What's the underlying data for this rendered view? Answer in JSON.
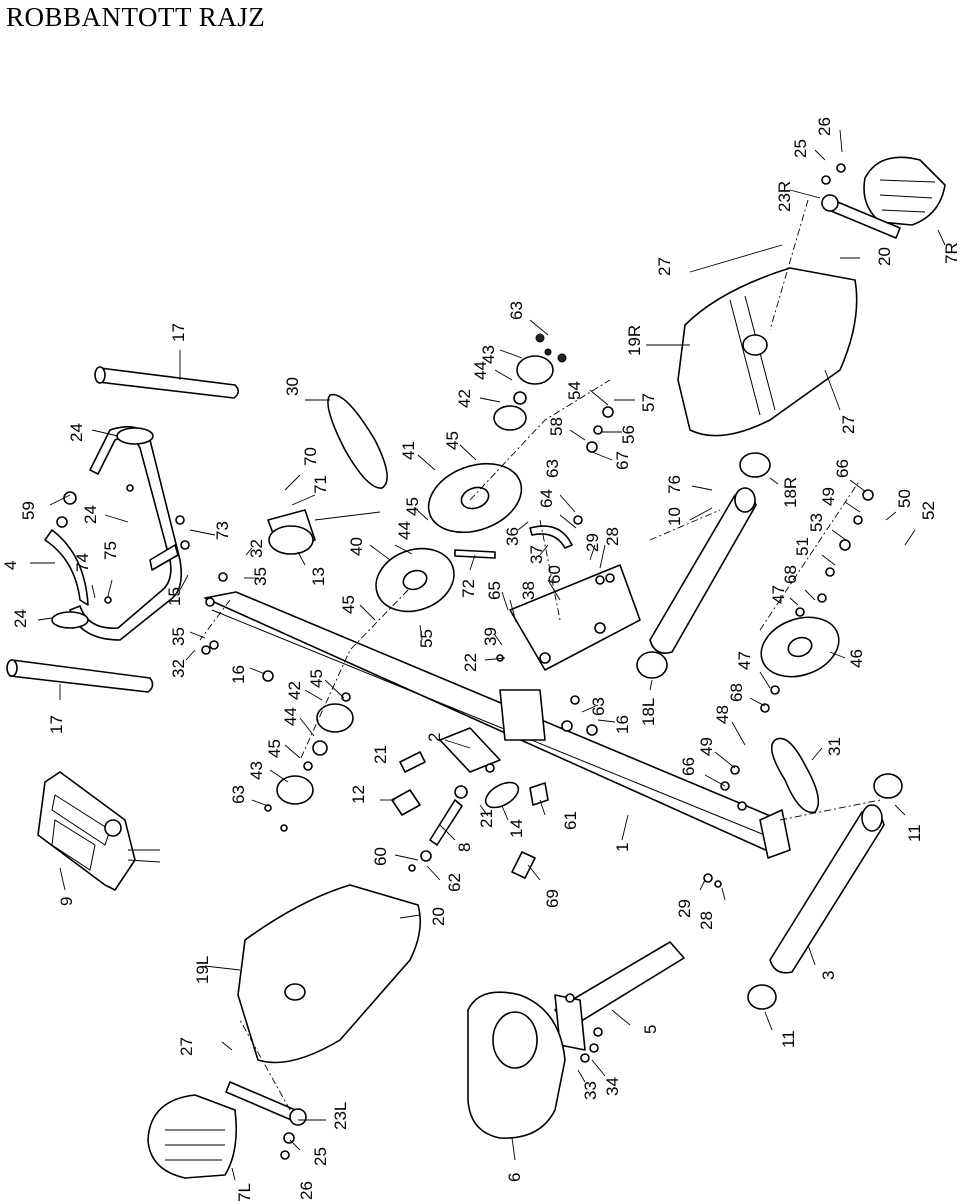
{
  "title": "ROBBANTOTT RAJZ",
  "callouts": [
    {
      "id": "c01",
      "text": "1"
    },
    {
      "id": "c02",
      "text": "2"
    },
    {
      "id": "c03",
      "text": "3"
    },
    {
      "id": "c04",
      "text": "4"
    },
    {
      "id": "c05",
      "text": "5"
    },
    {
      "id": "c06",
      "text": "6"
    },
    {
      "id": "c07",
      "text": "7L"
    },
    {
      "id": "c08",
      "text": "7R"
    },
    {
      "id": "c09",
      "text": "8"
    },
    {
      "id": "c10",
      "text": "9"
    },
    {
      "id": "c11",
      "text": "10"
    },
    {
      "id": "c12",
      "text": "11"
    },
    {
      "id": "c13",
      "text": "11"
    },
    {
      "id": "c14",
      "text": "12"
    },
    {
      "id": "c15",
      "text": "13"
    },
    {
      "id": "c16",
      "text": "14"
    },
    {
      "id": "c17",
      "text": "15"
    },
    {
      "id": "c18",
      "text": "16"
    },
    {
      "id": "c19",
      "text": "16"
    },
    {
      "id": "c20",
      "text": "17"
    },
    {
      "id": "c21",
      "text": "17"
    },
    {
      "id": "c22",
      "text": "18L"
    },
    {
      "id": "c23",
      "text": "18R"
    },
    {
      "id": "c24",
      "text": "19L"
    },
    {
      "id": "c25",
      "text": "19R"
    },
    {
      "id": "c26",
      "text": "20"
    },
    {
      "id": "c27",
      "text": "20"
    },
    {
      "id": "c28",
      "text": "21"
    },
    {
      "id": "c29",
      "text": "21"
    },
    {
      "id": "c30",
      "text": "22"
    },
    {
      "id": "c31",
      "text": "23L"
    },
    {
      "id": "c32",
      "text": "23R"
    },
    {
      "id": "c33",
      "text": "24"
    },
    {
      "id": "c34",
      "text": "24"
    },
    {
      "id": "c35",
      "text": "24"
    },
    {
      "id": "c36",
      "text": "25"
    },
    {
      "id": "c37",
      "text": "25"
    },
    {
      "id": "c38",
      "text": "26"
    },
    {
      "id": "c39",
      "text": "26"
    },
    {
      "id": "c40",
      "text": "27"
    },
    {
      "id": "c41",
      "text": "27"
    },
    {
      "id": "c42",
      "text": "27"
    },
    {
      "id": "c43",
      "text": "28"
    },
    {
      "id": "c44",
      "text": "28"
    },
    {
      "id": "c45",
      "text": "29"
    },
    {
      "id": "c46",
      "text": "29"
    },
    {
      "id": "c47",
      "text": "30"
    },
    {
      "id": "c48",
      "text": "31"
    },
    {
      "id": "c49",
      "text": "32"
    },
    {
      "id": "c50",
      "text": "32"
    },
    {
      "id": "c51",
      "text": "33"
    },
    {
      "id": "c52",
      "text": "34"
    },
    {
      "id": "c53",
      "text": "35"
    },
    {
      "id": "c54",
      "text": "35"
    },
    {
      "id": "c55",
      "text": "36"
    },
    {
      "id": "c56",
      "text": "37"
    },
    {
      "id": "c57",
      "text": "38"
    },
    {
      "id": "c58",
      "text": "39"
    },
    {
      "id": "c59",
      "text": "40"
    },
    {
      "id": "c60",
      "text": "41"
    },
    {
      "id": "c61",
      "text": "42"
    },
    {
      "id": "c62",
      "text": "42"
    },
    {
      "id": "c63",
      "text": "43"
    },
    {
      "id": "c64",
      "text": "43"
    },
    {
      "id": "c65",
      "text": "44"
    },
    {
      "id": "c66",
      "text": "44"
    },
    {
      "id": "c67",
      "text": "44"
    },
    {
      "id": "c68",
      "text": "45"
    },
    {
      "id": "c69",
      "text": "45"
    },
    {
      "id": "c70",
      "text": "45"
    },
    {
      "id": "c71",
      "text": "45"
    },
    {
      "id": "c72",
      "text": "45"
    },
    {
      "id": "c73",
      "text": "46"
    },
    {
      "id": "c74",
      "text": "47"
    },
    {
      "id": "c75",
      "text": "47"
    },
    {
      "id": "c76",
      "text": "48"
    },
    {
      "id": "c77",
      "text": "49"
    },
    {
      "id": "c78",
      "text": "49"
    },
    {
      "id": "c79",
      "text": "50"
    },
    {
      "id": "c80",
      "text": "51"
    },
    {
      "id": "c81",
      "text": "52"
    },
    {
      "id": "c82",
      "text": "53"
    },
    {
      "id": "c83",
      "text": "54"
    },
    {
      "id": "c84",
      "text": "55"
    },
    {
      "id": "c85",
      "text": "56"
    },
    {
      "id": "c86",
      "text": "57"
    },
    {
      "id": "c87",
      "text": "58"
    },
    {
      "id": "c88",
      "text": "59"
    },
    {
      "id": "c89",
      "text": "60"
    },
    {
      "id": "c90",
      "text": "60"
    },
    {
      "id": "c91",
      "text": "61"
    },
    {
      "id": "c92",
      "text": "62"
    },
    {
      "id": "c93",
      "text": "63"
    },
    {
      "id": "c94",
      "text": "63"
    },
    {
      "id": "c95",
      "text": "63"
    },
    {
      "id": "c96",
      "text": "63"
    },
    {
      "id": "c97",
      "text": "64"
    },
    {
      "id": "c98",
      "text": "65"
    },
    {
      "id": "c99",
      "text": "66"
    },
    {
      "id": "c100",
      "text": "66"
    },
    {
      "id": "c101",
      "text": "67"
    },
    {
      "id": "c102",
      "text": "68"
    },
    {
      "id": "c103",
      "text": "68"
    },
    {
      "id": "c104",
      "text": "69"
    },
    {
      "id": "c105",
      "text": "70"
    },
    {
      "id": "c106",
      "text": "71"
    },
    {
      "id": "c107",
      "text": "72"
    },
    {
      "id": "c108",
      "text": "73"
    },
    {
      "id": "c109",
      "text": "74"
    },
    {
      "id": "c110",
      "text": "75"
    },
    {
      "id": "c111",
      "text": "76"
    }
  ]
}
